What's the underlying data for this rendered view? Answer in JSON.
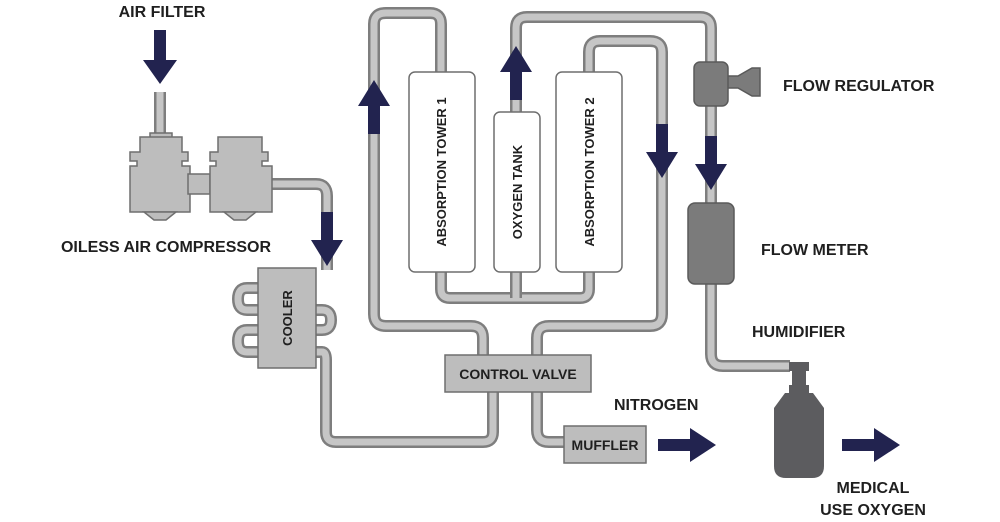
{
  "labels": {
    "air_filter": "AIR FILTER",
    "compressor": "OILESS AIR COMPRESSOR",
    "cooler": "COOLER",
    "absorption_tower_1": "ABSORPTION TOWER 1",
    "oxygen_tank": "OXYGEN TANK",
    "absorption_tower_2": "ABSORPTION TOWER 2",
    "flow_regulator": "FLOW REGULATOR",
    "flow_meter": "FLOW METER",
    "humidifier": "HUMIDIFIER",
    "control_valve": "CONTROL VALVE",
    "muffler": "MUFFLER",
    "nitrogen": "NITROGEN",
    "medical_line1": "MEDICAL",
    "medical_line2": "USE OXYGEN"
  },
  "colors": {
    "arrow": "#22234f",
    "pipe_outline": "#7e7e7e",
    "pipe_fill": "#c6c6c6",
    "component": "#bdbdbd",
    "dark_component": "#7b7b7b",
    "humidifier": "#5c5c5f"
  }
}
